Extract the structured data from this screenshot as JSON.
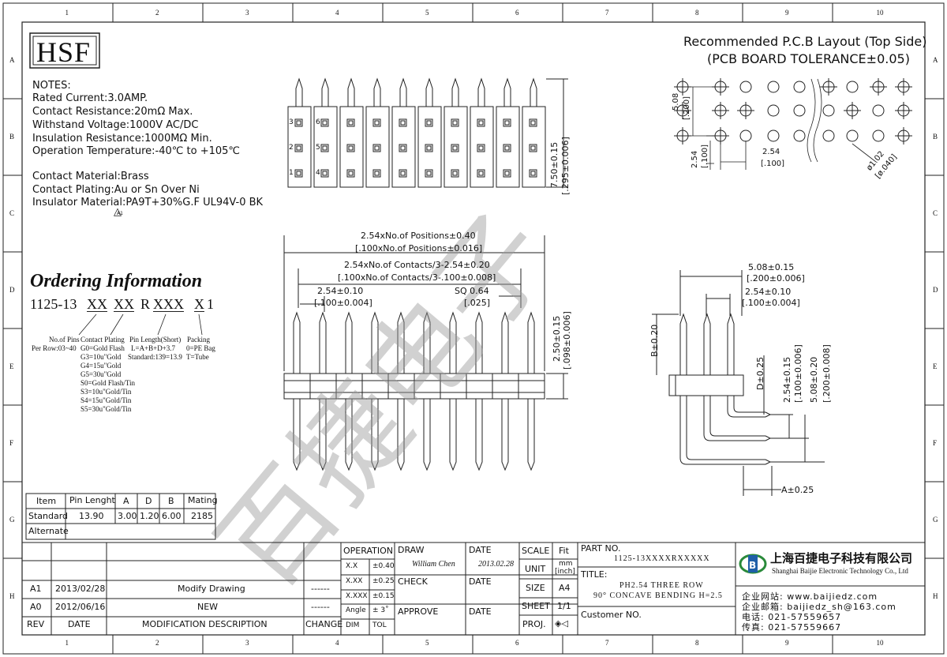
{
  "logo": "HSF",
  "grid": {
    "cols": [
      "1",
      "2",
      "3",
      "4",
      "5",
      "6",
      "7",
      "8",
      "9",
      "10"
    ],
    "rows": [
      "A",
      "B",
      "C",
      "D",
      "E",
      "F",
      "G",
      "H"
    ]
  },
  "pcb": {
    "title_line1": "Recommended P.C.B Layout (Top Side)",
    "title_line2": "(PCB BOARD TOLERANCE±0.05)",
    "dim_508": "5.08",
    "dim_200": "[.200]",
    "dim_254a": "2.54",
    "dim_100a": "[.100]",
    "dim_254b": "2.54",
    "dim_100b": "[.100]",
    "dim_hole": "ø1.02",
    "dim_hole_in": "[ø.040]"
  },
  "notes": {
    "heading": "NOTES:",
    "lines": [
      "Rated Current:3.0AMP.",
      "Contact Resistance:20mΩ Max.",
      "Withstand Voltage:1000V AC/DC",
      "Insulation Resistance:1000MΩ Min.",
      "Operation Temperature:-40℃ to +105℃"
    ],
    "material_lines": [
      "Contact Material:Brass",
      "Contact Plating:Au or Sn Over Ni",
      "Insulator Material:PA9T+30%G.F UL94V-0 BK"
    ],
    "triangle_label": "A1"
  },
  "top_view": {
    "pin_labels": [
      "3",
      "6",
      "2",
      "5",
      "1",
      "4"
    ],
    "dim_height": "7.50±0.15",
    "dim_height_in": "[.295±0.006]"
  },
  "front_view": {
    "dim_total": "2.54xNo.of Positions±0.40",
    "dim_total_in": "[.100xNo.of Positions±0.016]",
    "dim_contacts": "2.54xNo.of Contacts/3-2.54±0.20",
    "dim_contacts_in": "[.100xNo.of Contacts/3-.100±0.008]",
    "dim_pitch": "2.54±0.10",
    "dim_pitch_in": "[.100±0.004]",
    "dim_sq": "SQ 0.64",
    "dim_sq_in": "[.025]",
    "dim_body": "2.50±0.15",
    "dim_body_in": "[.098±0.006]"
  },
  "side_view": {
    "dim_row": "5.08±0.15",
    "dim_row_in": "[.200±0.006]",
    "dim_pitch": "2.54±0.10",
    "dim_pitch_in": "[.100±0.004]",
    "dim_b": "B±0.20",
    "dim_d": "D±0.25",
    "dim_v1": "2.54±0.15",
    "dim_v1_in": "[.100±0.006]",
    "dim_v2": "5.08±0.20",
    "dim_v2_in": "[.200±0.008]",
    "dim_a": "A±0.25"
  },
  "ordering": {
    "heading": "Ordering Information",
    "code_prefix": "1125-13",
    "code_xx1": "XX",
    "code_xx2": "XX",
    "code_r": "R",
    "code_xxx": "XXX",
    "code_x": "X",
    "code_1": "1",
    "col1_title": "No.of Pins",
    "col1_value": "Per Row:03~40",
    "col2_title": "Contact Plating",
    "col2_values": [
      "G0=Gold Flash",
      "G3=10u\"Gold",
      "G4=15u\"Gold",
      "G5=30u\"Gold",
      "S0=Gold Flash/Tin",
      "S3=10u\"Gold/Tin",
      "S4=15u\"Gold/Tin",
      "S5=30u\"Gold/Tin"
    ],
    "col3_title": "Pin Length(Short)",
    "col3_values": [
      "L=A+B+D+3.7",
      "Standard:139=13.9"
    ],
    "col4_title": "Packing",
    "col4_values": [
      "0=PE Bag",
      "T=Tube"
    ]
  },
  "spec_table": {
    "headers": [
      "Item",
      "Pin Lenght",
      "A",
      "D",
      "B",
      "Mating"
    ],
    "rows": [
      [
        "Standard",
        "13.90",
        "3.00",
        "1.20",
        "6.00",
        "2185"
      ],
      [
        "Alternate",
        "",
        "",
        "",
        "",
        ""
      ]
    ]
  },
  "title_block": {
    "revisions": [
      {
        "rev": "A1",
        "date": "2013/02/28",
        "desc": "Modify Drawing",
        "change": "------"
      },
      {
        "rev": "A0",
        "date": "2012/06/16",
        "desc": "NEW",
        "change": "------"
      }
    ],
    "hdr_rev": "REV",
    "hdr_date": "DATE",
    "hdr_desc": "MODIFICATION  DESCRIPTION",
    "hdr_change": "CHANGE",
    "operation": "OPERATION",
    "tol_rows": [
      [
        "X.X",
        "±0.40"
      ],
      [
        "X.XX",
        "±0.25"
      ],
      [
        "X.XXX",
        "±0.15"
      ],
      [
        "Angle",
        "± 3˚"
      ],
      [
        "DIM",
        "TOL"
      ]
    ],
    "draw": "DRAW",
    "draw_name": "William Chen",
    "date_lbl": "DATE",
    "draw_date": "2013.02.28",
    "check": "CHECK",
    "check_date_lbl": "DATE",
    "approve": "APPROVE",
    "approve_date_lbl": "DATE",
    "scale": "SCALE",
    "scale_val": "Fit",
    "unit": "UNIT",
    "unit_val1": "mm",
    "unit_val2": "[inch]",
    "size": "SIZE",
    "size_val": "A4",
    "sheet": "SHEET",
    "sheet_val": "1/1",
    "proj": "PROJ.",
    "proj_symbol": "◈◁",
    "part_no_lbl": "PART NO.",
    "part_no": "1125-13XXXXRXXXXX",
    "title_lbl": "TITLE:",
    "title_1": "PH2.54 THREE ROW",
    "title_2": "90° CONCAVE BENDING H=2.5",
    "customer": "Customer NO.",
    "company_cn": "上海百捷电子科技有限公司",
    "company_en": "Shanghai Baijie Electronic Technology Co., Ltd",
    "web": "企业网站: www.baijiedz.com",
    "email": "企业邮箱: baijiedz_sh@163.com",
    "tel": "电话: 021-57559657",
    "fax": "传真: 021-57559667"
  },
  "watermark": "百捷电子"
}
